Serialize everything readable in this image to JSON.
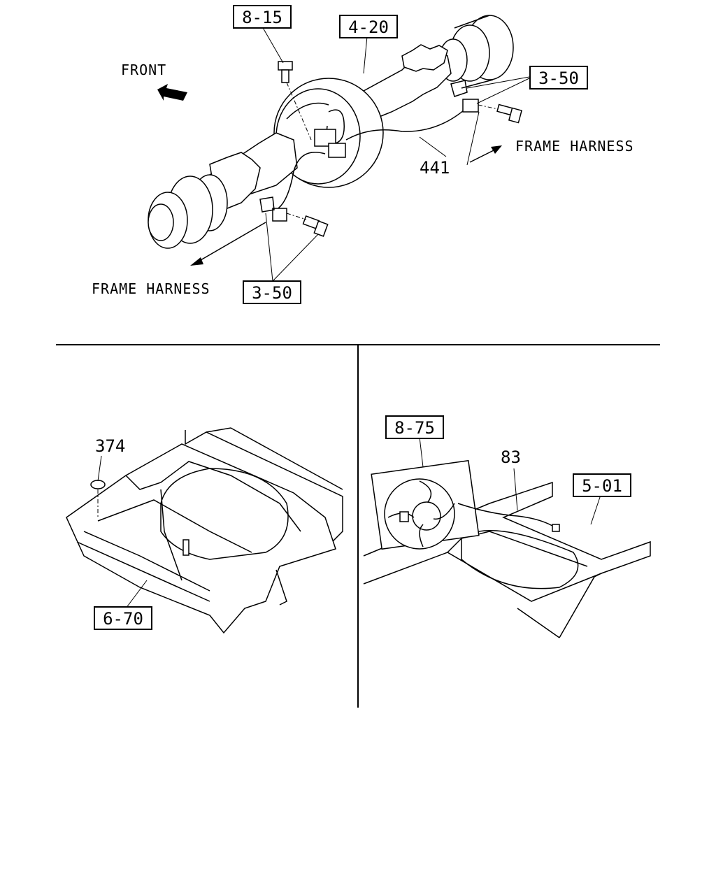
{
  "top_diagram": {
    "front_label": "FRONT",
    "callouts": {
      "c_8_15": "8-15",
      "c_4_20": "4-20",
      "c_3_50_right": "3-50",
      "c_3_50_left": "3-50",
      "c_441": "441"
    },
    "frame_harness_right": "FRAME HARNESS",
    "frame_harness_left": "FRAME HARNESS"
  },
  "bottom_left_diagram": {
    "callouts": {
      "c_374": "374",
      "c_6_70": "6-70"
    }
  },
  "bottom_right_diagram": {
    "callouts": {
      "c_8_75": "8-75",
      "c_83": "83",
      "c_5_01": "5-01"
    }
  }
}
